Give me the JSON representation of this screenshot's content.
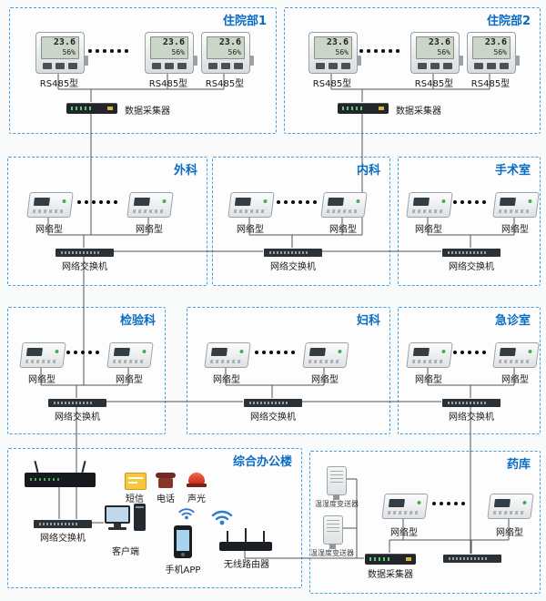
{
  "colors": {
    "box_border": "#3fa0e5",
    "box_title": "#0a6cc2",
    "wire": "#4f5458"
  },
  "display": {
    "temp": "23.6",
    "humidity": "56%"
  },
  "boxes": {
    "inpatient1": {
      "title": "住院部1",
      "device_label": "RS485型",
      "collector_label": "数据采集器"
    },
    "inpatient2": {
      "title": "住院部2",
      "device_label": "RS485型",
      "collector_label": "数据采集器"
    },
    "surgery": {
      "title": "外科",
      "device_label": "网络型",
      "switch_label": "网络交换机"
    },
    "internal_medicine": {
      "title": "内科",
      "device_label": "网络型",
      "switch_label": "网络交换机"
    },
    "operating_room": {
      "title": "手术室",
      "device_label": "网络型",
      "switch_label": "网络交换机"
    },
    "laboratory": {
      "title": "检验科",
      "device_label": "网络型",
      "switch_label": "网络交换机"
    },
    "gynecology": {
      "title": "妇科",
      "device_label": "网络型",
      "switch_label": "网络交换机"
    },
    "emergency": {
      "title": "急诊室",
      "device_label": "网络型",
      "switch_label": "网络交换机"
    },
    "office": {
      "title": "综合办公楼",
      "sms_label": "短信",
      "phone_label": "电话",
      "alarm_label": "声光",
      "switch_label": "网络交换机",
      "client_label": "客户端",
      "app_label": "手机APP",
      "router_label": "无线路由器"
    },
    "pharmacy": {
      "title": "药库",
      "sensor_label": "温湿度变送器",
      "device_label": "网络型",
      "collector_label": "数据采集器"
    }
  }
}
